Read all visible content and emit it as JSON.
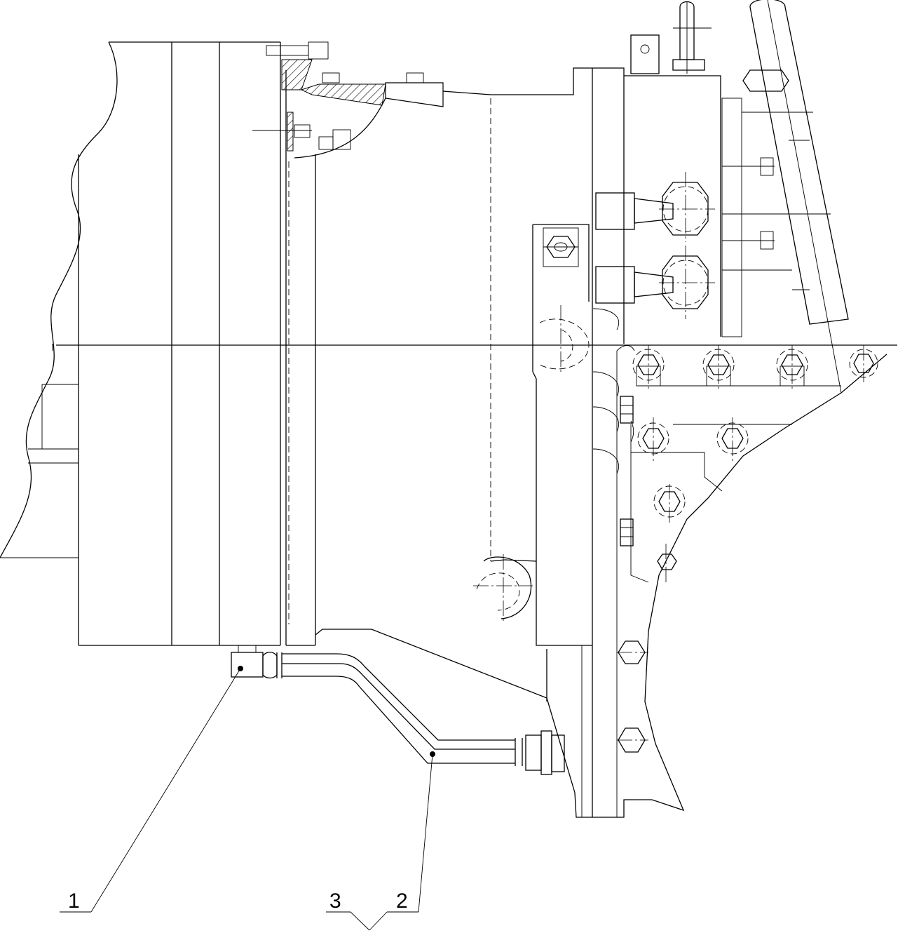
{
  "drawing": {
    "callouts": [
      {
        "id": "callout-1",
        "label": "1"
      },
      {
        "id": "callout-2",
        "label": "2"
      },
      {
        "id": "callout-3",
        "label": "3"
      }
    ],
    "colors": {
      "line": "#000000",
      "background": "#ffffff"
    }
  }
}
